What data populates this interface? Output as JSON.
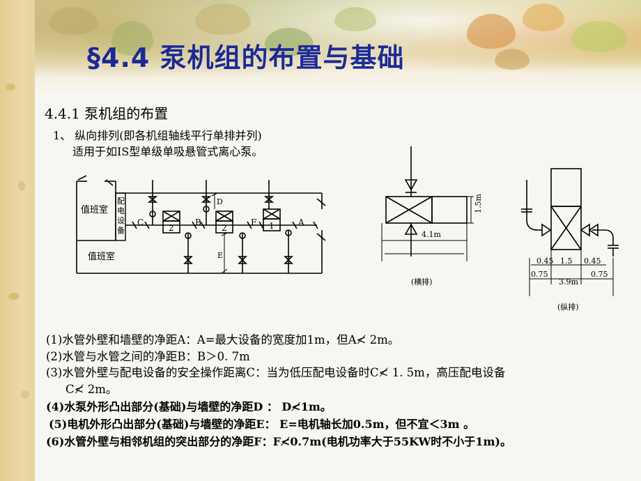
{
  "slide": {
    "title": "§4.4 泵机组的布置与基础",
    "section_heading": "4.4.1 泵机组的布置",
    "item_1": "1、  纵向排列(即各机组轴线平行单排并列)",
    "item_1_detail": "适用于如IS型单级单吸悬管式离心泵。"
  },
  "diagram_plan": {
    "duty_room_top": "值班室",
    "duty_room_bottom": "值班室",
    "panel_label": [
      "配",
      "电",
      "设",
      "备"
    ],
    "spacing_labels": {
      "c": "C",
      "b": "B",
      "f": "F",
      "a": "A",
      "d": "D",
      "e": "E"
    },
    "pump_numbers": [
      "2",
      "2",
      "1"
    ]
  },
  "diagram_horizontal": {
    "dim_length": "4.1m",
    "dim_height": "1.5m",
    "caption": "(横排)"
  },
  "diagram_vertical": {
    "dims_top": [
      "0.45",
      "1.5",
      "0.45"
    ],
    "dims_bottom": [
      "0.75",
      "3.9m",
      "0.75"
    ],
    "caption": "(纵排)"
  },
  "notes": [
    "(1)水管外壁和墙壁的净距A：A=最大设备的宽度加1m，但A≮ 2m。",
    "(2)水管与水管之间的净距B：B＞0. 7m",
    "(3)水管外壁与配电设备的安全操作距离C：当为低压配电设备时C≮ 1. 5m，高压配电设备",
    "C≮ 2m。",
    "(4)水泵外形凸出部分(基础)与墙壁的净距D ： D≮1m。",
    "(5)电机外形凸出部分(基础)与墙壁的净距E：  E=电机轴长加0.5m，但不宜＜3m 。",
    "(6)水管外壁与相邻机组的突出部分的净距F：F≮0.7m(电机功率大于55KW时不小于1m)。"
  ],
  "colors": {
    "title": "#1d2a92",
    "banner": "#d6c28a",
    "strip": "#e2cc90"
  }
}
